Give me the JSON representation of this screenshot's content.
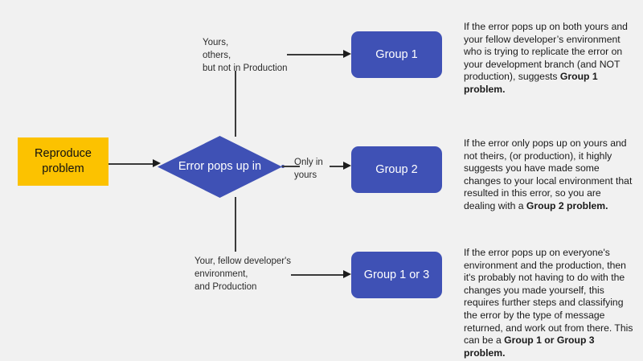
{
  "diagram": {
    "title": "Error reproduction decision flow",
    "colors": {
      "background": "#f1f1f1",
      "start_fill": "#fcc200",
      "decision_fill": "#3f51b5",
      "group_fill": "#3f51b5",
      "line": "#3a3a3a",
      "text_dark": "#1a1a1a",
      "text_light": "#ffffff"
    }
  },
  "nodes": {
    "start": {
      "label": "Reproduce\nproblem"
    },
    "decision": {
      "label": "Error pops\nup in"
    },
    "group1": {
      "label": "Group 1"
    },
    "group2": {
      "label": "Group 2"
    },
    "group3": {
      "label": "Group 1 or 3"
    }
  },
  "edges": {
    "top": {
      "label": "Yours,\nothers,\nbut not in Production"
    },
    "middle": {
      "label": "Only in\nyours"
    },
    "bottom": {
      "label": "Your, fellow developer's\nenvironment,\nand Production"
    }
  },
  "notes": {
    "note1": {
      "text_before": "If the error pops up on both yours and your fellow developer’s environment who is trying to replicate the error on your development branch (and NOT production), suggests ",
      "bold": "Group 1 problem.",
      "text_after": ""
    },
    "note2": {
      "text_before": "If the error only pops up on yours and not theirs, (or production), it highly suggests you have made some changes to your local environment that resulted in this error, so you are dealing with a ",
      "bold": "Group 2 problem.",
      "text_after": ""
    },
    "note3": {
      "text_before": "If the error pops up on everyone's environment and the production, then it's probably not having to do with the changes you made yourself, this requires further steps and classifying the error by the type of message returned, and work out from there. This can be a ",
      "bold": "Group 1 or Group 3 problem.",
      "text_after": ""
    }
  }
}
